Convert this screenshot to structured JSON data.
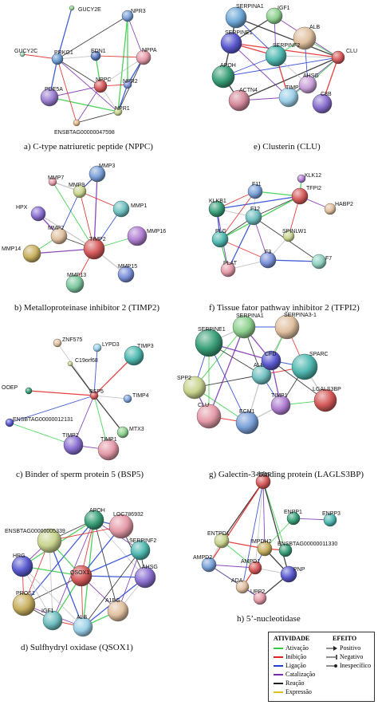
{
  "panels": [
    {
      "id": "a",
      "caption": "a) C-type natriuretic peptide (NPPC)",
      "nodes": [
        {
          "label": "GUCY2E",
          "color": "#8fd18f"
        },
        {
          "label": "NPR3",
          "color": "#7aa0d8"
        },
        {
          "label": "GUCY2C",
          "color": "#9ad4b8"
        },
        {
          "label": "PRKG1",
          "color": "#6b9bd2"
        },
        {
          "label": "EDN1",
          "color": "#5a7bc0"
        },
        {
          "label": "NPPA",
          "color": "#e49aa8"
        },
        {
          "label": "PDE5A",
          "color": "#9b7fd1"
        },
        {
          "label": "NPPC",
          "color": "#d55a5a"
        },
        {
          "label": "NPR2",
          "color": "#7a90d8"
        },
        {
          "label": "NPR1",
          "color": "#c9d48f"
        },
        {
          "label": "ENSBTAG00000047598",
          "color": "#e0b88a"
        }
      ]
    },
    {
      "id": "e",
      "caption": "e) Clusterin (CLU)",
      "nodes": [
        {
          "label": "SERPINA1",
          "color": "#6fa8d8"
        },
        {
          "label": "IGF1",
          "color": "#8fd18f"
        },
        {
          "label": "ALB",
          "color": "#e0c0a0"
        },
        {
          "label": "SERPINE1",
          "color": "#5a5ad0"
        },
        {
          "label": "SERPINF2",
          "color": "#4fb8b0"
        },
        {
          "label": "CLU",
          "color": "#d55a5a"
        },
        {
          "label": "APOH",
          "color": "#3aa07a"
        },
        {
          "label": "ACTN4",
          "color": "#d48a9a"
        },
        {
          "label": "TIMP1",
          "color": "#9bd0e8"
        },
        {
          "label": "AHSG",
          "color": "#c8a0d8"
        },
        {
          "label": "C8B",
          "color": "#8a6fd0"
        }
      ]
    },
    {
      "id": "b",
      "caption": "b) Metalloproteinase inhibitor 2 (TIMP2)",
      "nodes": [
        {
          "label": "MMP3",
          "color": "#7aa0d8"
        },
        {
          "label": "MMP7",
          "color": "#e49aa8"
        },
        {
          "label": "MMP9",
          "color": "#c9d48f"
        },
        {
          "label": "HPX",
          "color": "#8a6fd0"
        },
        {
          "label": "MMP1",
          "color": "#6fbfc0"
        },
        {
          "label": "MMP2",
          "color": "#e0c0a0"
        },
        {
          "label": "MMP14",
          "color": "#c8b060"
        },
        {
          "label": "TIMP2",
          "color": "#d55a5a"
        },
        {
          "label": "MMP16",
          "color": "#b07fd1"
        },
        {
          "label": "MMP13",
          "color": "#7ec8a0"
        },
        {
          "label": "MMP15",
          "color": "#7a90d8"
        }
      ]
    },
    {
      "id": "f",
      "caption": "f) Tissue fator pathway inhibitor 2 (TFPI2)",
      "nodes": [
        {
          "label": "KLK12",
          "color": "#b07fd1"
        },
        {
          "label": "F11",
          "color": "#7aa0d8"
        },
        {
          "label": "TFPI2",
          "color": "#d55a5a"
        },
        {
          "label": "KLKB1",
          "color": "#3aa07a"
        },
        {
          "label": "F12",
          "color": "#6fbfc0"
        },
        {
          "label": "HABP2",
          "color": "#e0c0a0"
        },
        {
          "label": "PLG",
          "color": "#4fb8b0"
        },
        {
          "label": "SPINLW1",
          "color": "#c9d48f"
        },
        {
          "label": "PLAT",
          "color": "#e49aa8"
        },
        {
          "label": "F3",
          "color": "#7a90d8"
        },
        {
          "label": "F7",
          "color": "#8fd1c0"
        }
      ]
    },
    {
      "id": "c",
      "caption": "c) Binder of sperm protein 5 (BSP5)",
      "nodes": [
        {
          "label": "ZNF575",
          "color": "#e0c0a0"
        },
        {
          "label": "LYPD3",
          "color": "#9bd0e8"
        },
        {
          "label": "C19orf68",
          "color": "#c9d48f"
        },
        {
          "label": "TIMP3",
          "color": "#4fb8b0"
        },
        {
          "label": "OOEP",
          "color": "#3aa07a"
        },
        {
          "label": "BSP5",
          "color": "#d55a5a"
        },
        {
          "label": "TIMP4",
          "color": "#7aa0d8"
        },
        {
          "label": "ENSBTAG00000012131",
          "color": "#5a5ad0"
        },
        {
          "label": "MTX3",
          "color": "#8fd18f"
        },
        {
          "label": "TIMP2",
          "color": "#8a6fd0"
        },
        {
          "label": "TIMP1",
          "color": "#e49aa8"
        }
      ]
    },
    {
      "id": "g",
      "caption": "g) Galectin-3-binding protein (LAGLS3BP)",
      "nodes": [
        {
          "label": "SERPINA1",
          "color": "#8fd18f"
        },
        {
          "label": "SERPINA3-1",
          "color": "#e0c0a0"
        },
        {
          "label": "SERPINE1",
          "color": "#3aa07a"
        },
        {
          "label": "SPARC",
          "color": "#4fb8b0"
        },
        {
          "label": "SPP2",
          "color": "#c9d48f"
        },
        {
          "label": "ALB",
          "color": "#6fbfc0"
        },
        {
          "label": "CFD",
          "color": "#5a5ad0"
        },
        {
          "label": "LGALS3BP",
          "color": "#d55a5a"
        },
        {
          "label": "CLU",
          "color": "#e49aa8"
        },
        {
          "label": "ECM1",
          "color": "#7aa0d8"
        },
        {
          "label": "TIMP1",
          "color": "#b07fd1"
        }
      ]
    },
    {
      "id": "d",
      "caption": "d) Sulfhydryl oxidase (QSOX1)",
      "nodes": [
        {
          "label": "APOH",
          "color": "#3aa07a"
        },
        {
          "label": "LOC786932",
          "color": "#e49aa8"
        },
        {
          "label": "ENSBTAG00000005339",
          "color": "#c9d48f"
        },
        {
          "label": "SERPINF2",
          "color": "#4fb8b0"
        },
        {
          "label": "HRG",
          "color": "#5a5ad0"
        },
        {
          "label": "QSOX1",
          "color": "#d55a5a"
        },
        {
          "label": "AHSG",
          "color": "#8a6fd0"
        },
        {
          "label": "PROS1",
          "color": "#c8b060"
        },
        {
          "label": "A1BG",
          "color": "#e0c0a0"
        },
        {
          "label": "IGF1",
          "color": "#6fbfc0"
        },
        {
          "label": "ALB",
          "color": "#9bd0e8"
        }
      ]
    },
    {
      "id": "h",
      "caption": "h) 5’-nucleotidase",
      "nodes": [
        {
          "label": "NT5E",
          "color": "#d55a5a"
        },
        {
          "label": "ENPP1",
          "color": "#3aa07a"
        },
        {
          "label": "ENPP3",
          "color": "#4fb8b0"
        },
        {
          "label": "ENTPD1",
          "color": "#c9d48f"
        },
        {
          "label": "IMPDH2",
          "color": "#c8b060"
        },
        {
          "label": "ENSBTAG00000011330",
          "color": "#3aa07a"
        },
        {
          "label": "AMPD2",
          "color": "#7aa0d8"
        },
        {
          "label": "AMPD1",
          "color": "#d55a5a"
        },
        {
          "label": "ADA",
          "color": "#e0c0a0"
        },
        {
          "label": "PNP",
          "color": "#5a5ad0"
        },
        {
          "label": "UPP2",
          "color": "#e49aa8"
        }
      ]
    }
  ],
  "legend": {
    "activity_title": "ATIVIDADE",
    "effect_title": "EFEITO",
    "activity": [
      {
        "label": "Ativação",
        "color": "#2ecc40"
      },
      {
        "label": "Inibição",
        "color": "#e02020"
      },
      {
        "label": "Ligação",
        "color": "#2040d0"
      },
      {
        "label": "Catalização",
        "color": "#7a2ab0"
      },
      {
        "label": "Reação",
        "color": "#222222"
      },
      {
        "label": "Expressão",
        "color": "#e0c020"
      }
    ],
    "effect": [
      {
        "label": "Positivo"
      },
      {
        "label": "Negativo"
      },
      {
        "label": "Inespecífico"
      }
    ]
  }
}
